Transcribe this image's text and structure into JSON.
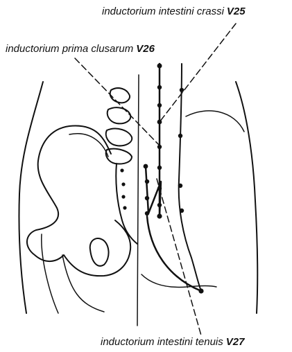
{
  "labels": {
    "v25": {
      "text": "inductorium intestini crassi",
      "code": "V25"
    },
    "v26": {
      "text": "inductorium prima clusarum",
      "code": "V26"
    },
    "v27": {
      "text": "inductorium intestini tenuis",
      "code": "V27"
    }
  },
  "colors": {
    "ink": "#111111",
    "background": "#ffffff"
  }
}
